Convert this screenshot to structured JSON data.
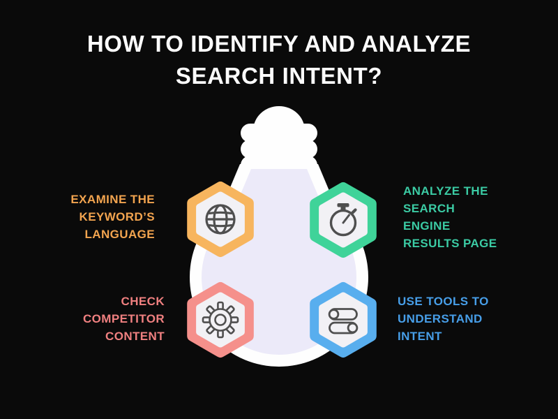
{
  "title": {
    "line1": "HOW TO IDENTIFY AND ANALYZE",
    "line2": "SEARCH INTENT?"
  },
  "colors": {
    "background": "#0a0a0a",
    "title": "#fcfcfc",
    "bulb_white": "#fefefe",
    "bulb_lavender": "#eceaf9",
    "hex_inner": "#f2f1f5",
    "icon": "#4f4f4f",
    "orange": "#f7b55e",
    "orange_text": "#f2a44f",
    "green": "#3fd399",
    "green_text": "#3bcba4",
    "red": "#f5908b",
    "red_text": "#f08080",
    "blue": "#58aeee",
    "blue_text": "#479ee8"
  },
  "items": [
    {
      "id": "examine-keyword-language",
      "icon": "globe-icon",
      "color": "#f7b55e",
      "lines": [
        "EXAMINE THE",
        "KEYWORD’S",
        "LANGUAGE"
      ]
    },
    {
      "id": "analyze-serp",
      "icon": "stopwatch-icon",
      "color": "#3fd399",
      "lines": [
        "ANALYZE THE",
        "SEARCH",
        "ENGINE",
        "RESULTS PAGE"
      ]
    },
    {
      "id": "check-competitor-content",
      "icon": "gear-icon",
      "color": "#f5908b",
      "lines": [
        "CHECK",
        "COMPETITOR",
        "CONTENT"
      ]
    },
    {
      "id": "use-tools-understand-intent",
      "icon": "toggles-icon",
      "color": "#58aeee",
      "lines": [
        "USE TOOLS TO",
        "UNDERSTAND",
        "INTENT"
      ]
    }
  ]
}
